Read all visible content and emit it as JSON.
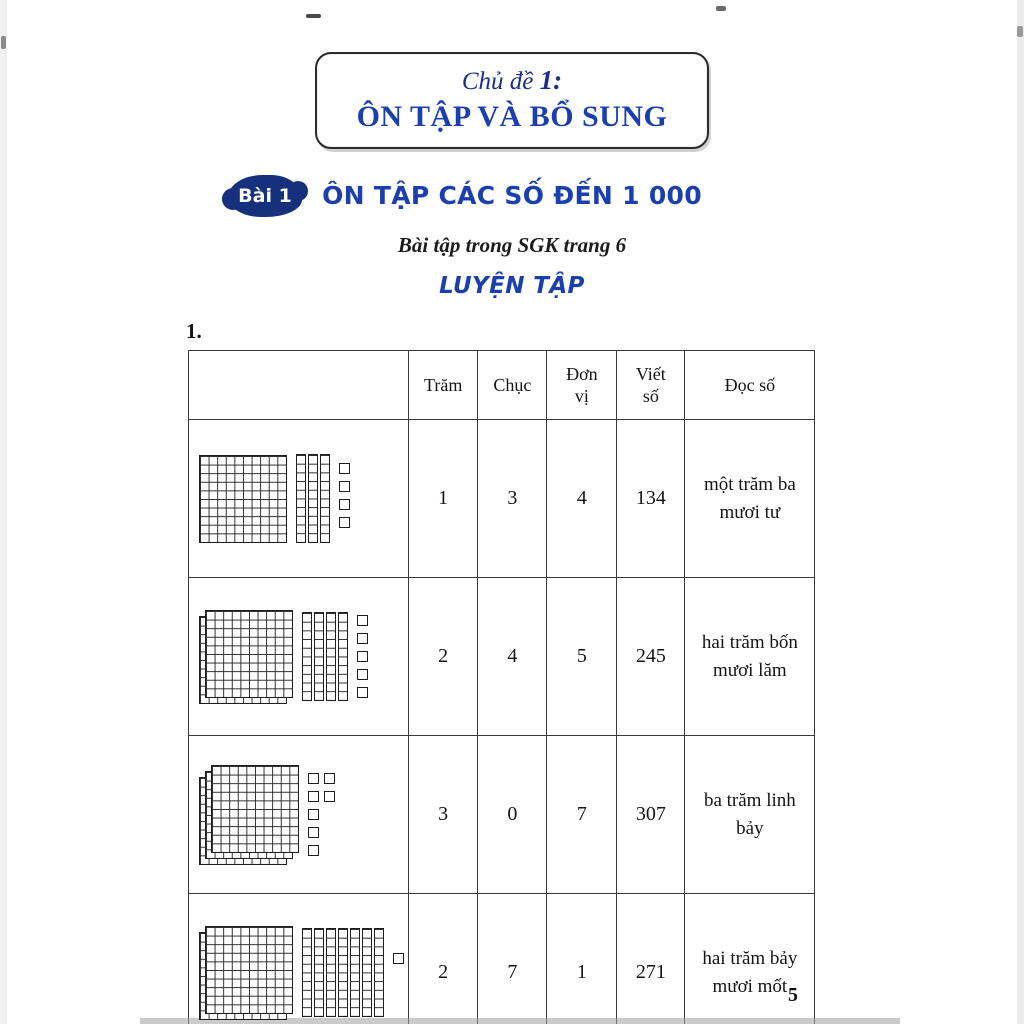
{
  "colors": {
    "title_blue": "#1b3fae",
    "badge_blue": "#17307e",
    "border_dark": "#3a3a3a"
  },
  "header": {
    "topic_label": "Chủ đề",
    "topic_number": "1:",
    "topic_title": "ÔN TẬP VÀ BỔ SUNG",
    "badge": "Bài 1",
    "lesson_title": "ÔN TẬP CÁC SỐ ĐẾN 1 000",
    "subtitle": "Bài tập trong SGK trang 6",
    "section_title": "LUYỆN TẬP"
  },
  "exercise": {
    "number": "1."
  },
  "table": {
    "columns": [
      "Trăm",
      "Chục",
      "Đơn vị",
      "Viết số",
      "Đọc số"
    ],
    "rows": [
      {
        "hundreds": 1,
        "tens": 3,
        "units": 4,
        "tram": "1",
        "chuc": "3",
        "don_vi": "4",
        "viet_so": "134",
        "doc_so": "một trăm ba mươi tư"
      },
      {
        "hundreds": 2,
        "tens": 4,
        "units": 5,
        "tram": "2",
        "chuc": "4",
        "don_vi": "5",
        "viet_so": "245",
        "doc_so": "hai trăm bốn mươi lăm"
      },
      {
        "hundreds": 3,
        "tens": 0,
        "units": 7,
        "tram": "3",
        "chuc": "0",
        "don_vi": "7",
        "viet_so": "307",
        "doc_so": "ba trăm linh bảy"
      },
      {
        "hundreds": 2,
        "tens": 7,
        "units": 1,
        "tram": "2",
        "chuc": "7",
        "don_vi": "1",
        "viet_so": "271",
        "doc_so": "hai trăm bảy mươi mốt"
      }
    ]
  },
  "footer": {
    "page_number": "5"
  }
}
